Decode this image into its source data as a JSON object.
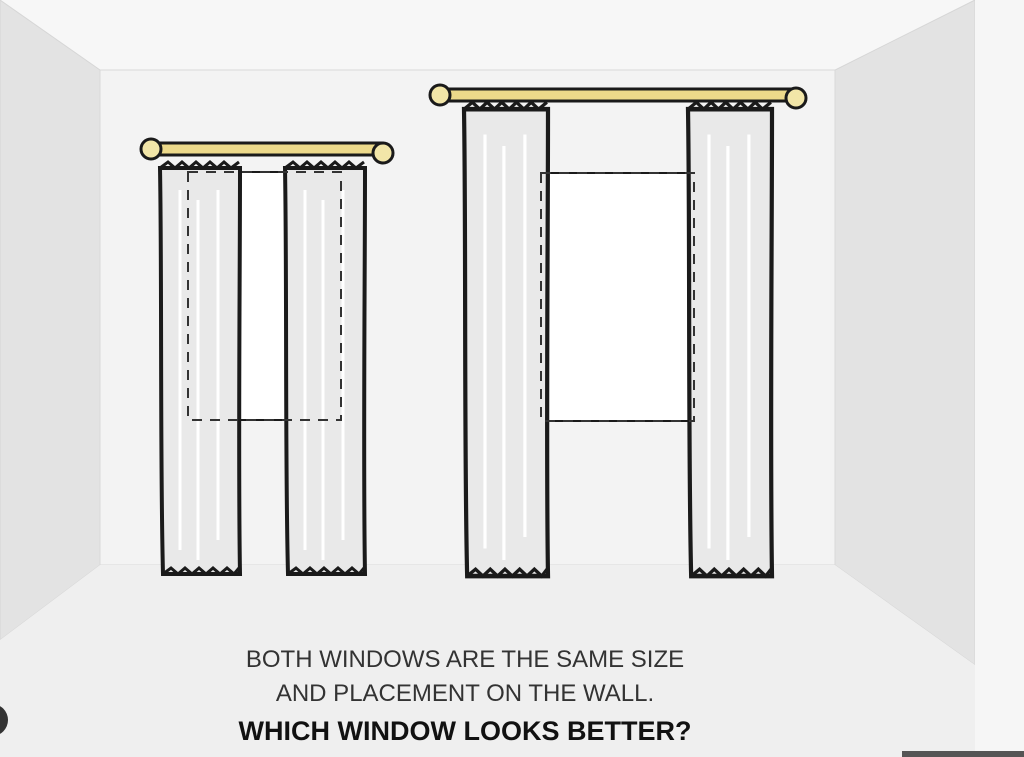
{
  "caption": {
    "line1": "BOTH WINDOWS ARE THE SAME SIZE",
    "line2": "AND PLACEMENT ON THE WALL.",
    "question": "WHICH WINDOW LOOKS BETTER?"
  },
  "colors": {
    "rod": "#ecd98a",
    "wall": "#f3f3f3",
    "side_wall": "#e2e2e2",
    "floor": "#efefef",
    "curtain": "#e9e9e9",
    "outline": "#1a1a1a"
  }
}
